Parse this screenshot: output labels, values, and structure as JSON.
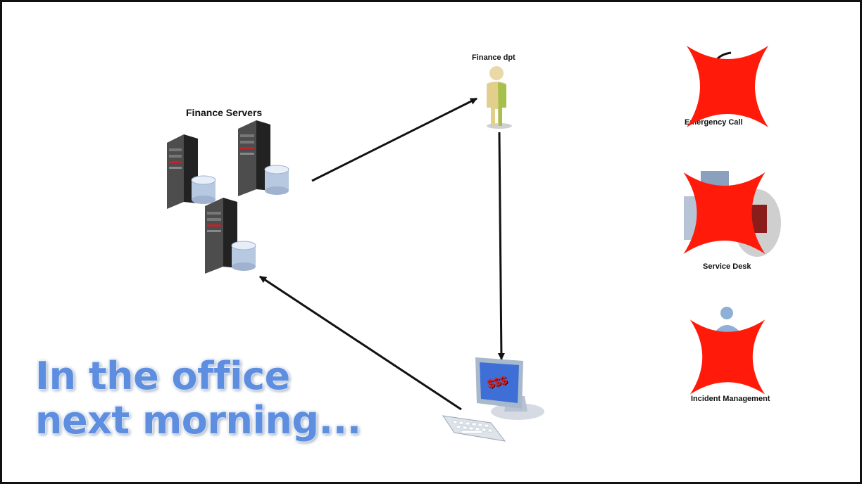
{
  "labels": {
    "finance_servers": "Finance Servers",
    "finance_dpt": "Finance dpt",
    "emergency_call": "Emergency Call",
    "service_desk": "Service Desk",
    "incident_management": "Incident Management"
  },
  "monitor_screen_text": "$$$",
  "headline": {
    "line1": "In the office",
    "line2": "next morning..."
  },
  "colors": {
    "headline": "#5e8ee0",
    "cross_mark": "#ff1a0a",
    "arrow": "#111111",
    "server_accent": "#c8202a",
    "monitor_screen": "#3d6fd6"
  },
  "icons": {
    "servers": "server-tower-with-database-icon",
    "user": "person-icon",
    "workstation": "desktop-computer-icon",
    "blocked": "red-x-star-icon"
  }
}
